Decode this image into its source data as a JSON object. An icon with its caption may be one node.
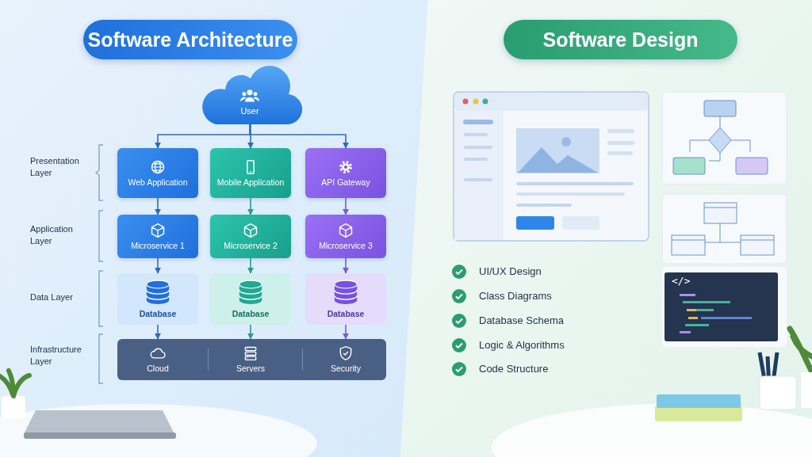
{
  "diagram": {
    "nodes": [
      {
        "text": [
          "Software Architecture"
        ]
      },
      {
        "text": [
          "Software Design"
        ]
      },
      {
        "text": [
          "User"
        ]
      },
      {
        "text": [
          "Web Application"
        ]
      },
      {
        "text": [
          "Mobile Application"
        ]
      },
      {
        "text": [
          "API Gateway"
        ]
      },
      {
        "text": [
          "Microservice 1"
        ]
      },
      {
        "text": [
          "Microservice 2"
        ]
      },
      {
        "text": [
          "Microservice 3"
        ]
      },
      {
        "text": [
          "Database"
        ]
      },
      {
        "text": [
          "Database"
        ]
      },
      {
        "text": [
          "Database"
        ]
      },
      {
        "text": [],
        "shape": "bar"
      },
      {
        "text": [
          "Cloud"
        ],
        "in": 12
      },
      {
        "text": [
          "Servers"
        ],
        "in": 12
      },
      {
        "text": [
          "Security"
        ],
        "in": 12
      }
    ],
    "edges": [
      {
        "from": 2,
        "to": 3,
        "arrow": "to"
      },
      {
        "from": 2,
        "to": 4,
        "arrow": "to"
      },
      {
        "from": 2,
        "to": 5,
        "arrow": "to"
      },
      {
        "from": 3,
        "to": 6,
        "arrow": "to"
      },
      {
        "from": 4,
        "to": 7,
        "arrow": "to",
        "color": "#2a9d8f"
      },
      {
        "from": 5,
        "to": 8,
        "arrow": "to",
        "color": "#7b5cd6"
      },
      {
        "from": 6,
        "to": 9,
        "arrow": "to"
      },
      {
        "from": 7,
        "to": 10,
        "arrow": "to",
        "color": "#2a9d8f"
      },
      {
        "from": 8,
        "to": 11,
        "arrow": "to",
        "color": "#7b5cd6"
      },
      {
        "from": 9,
        "to": 13,
        "arrow": "to"
      },
      {
        "from": 10,
        "to": 14,
        "arrow": "to",
        "color": "#2a9d8f"
      },
      {
        "from": 11,
        "to": 15,
        "arrow": "to",
        "color": "#7b5cd6"
      }
    ],
    "labels": [
      "Presentation Layer",
      "Application Layer",
      "Data Layer",
      "Infrastructure Layer",
      "UI/UX Design",
      "Class Diagrams",
      "Database Schema",
      "Logic & Algorithms",
      "Code Structure",
      "</>"
    ]
  }
}
